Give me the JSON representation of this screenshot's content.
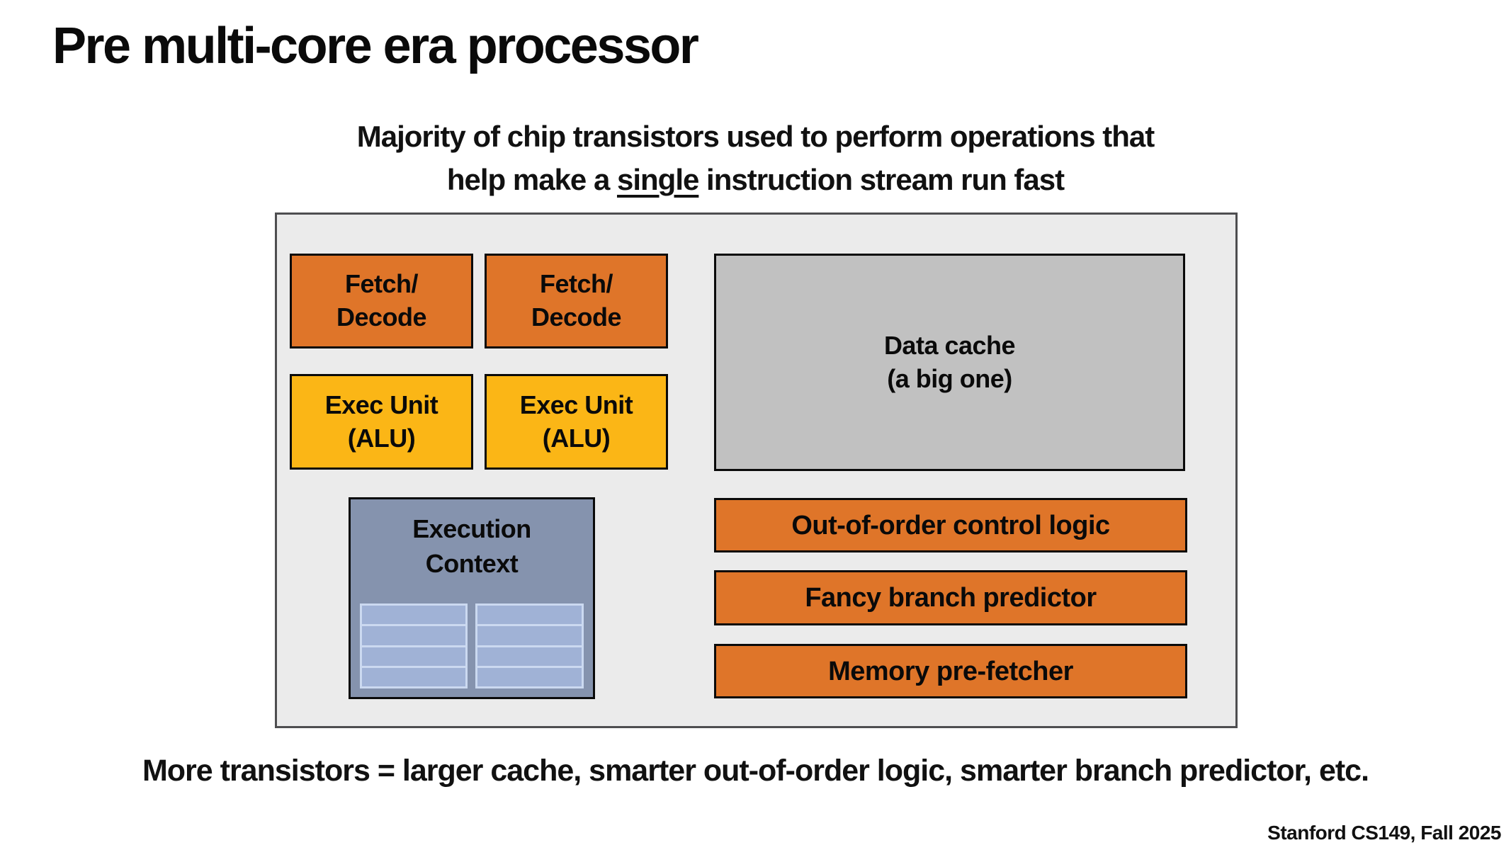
{
  "slide": {
    "title": "Pre multi-core era processor",
    "subtitle": {
      "line1": "Majority of chip transistors used to perform operations that",
      "line2_pre": "help make a ",
      "line2_underlined": "single",
      "line2_post": " instruction stream run fast"
    },
    "bottom_note": "More transistors = larger cache, smarter out-of-order logic, smarter branch predictor, etc.",
    "footer": "Stanford CS149, Fall 2025"
  },
  "diagram": {
    "units": {
      "fetch_decode_left": "Fetch/\nDecode",
      "fetch_decode_right": "Fetch/\nDecode",
      "exec_unit_left": "Exec Unit\n(ALU)",
      "exec_unit_right": "Exec Unit\n(ALU)",
      "data_cache": "Data cache\n(a big one)",
      "execution_context": "Execution\nContext",
      "out_of_order": "Out-of-order control logic",
      "branch_predictor": "Fancy branch predictor",
      "memory_prefetcher": "Memory pre-fetcher"
    },
    "colors": {
      "orange": "#DF7529",
      "yellow": "#FBB616",
      "cache_gray": "#C1C1C1",
      "chip_bg": "#EBEBEB",
      "chip_border": "#4E4E50",
      "context_bg": "#8593AE",
      "context_row": "#A0B2D6",
      "context_row_border": "#CBD9F0",
      "box_border": "#0A0A0A",
      "text": "#111111"
    }
  }
}
